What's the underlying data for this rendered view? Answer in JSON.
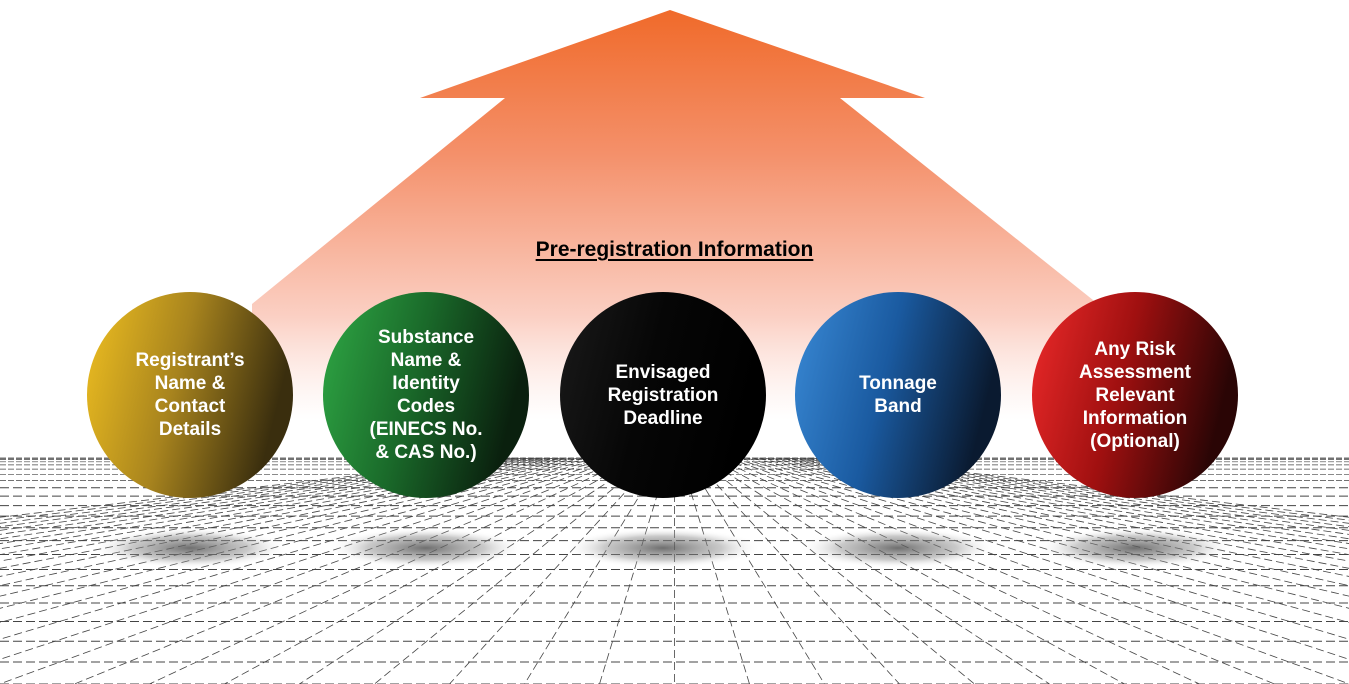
{
  "diagram": {
    "title": "Pre-registration Information",
    "colors": {
      "arrow_top": "#f06a2a",
      "arrow_bottom": "#ffffff",
      "grid_line": "#444444",
      "shadow": "#555555"
    },
    "spheres": [
      {
        "lines": [
          "Registrant’s",
          "Name &",
          "Contact",
          "Details"
        ],
        "color_light": "#f0c020",
        "color_mid": "#a8841e",
        "color_dark": "#3a2e0e"
      },
      {
        "lines": [
          "Substance",
          "Name &",
          "Identity",
          "Codes",
          "(EINECS No.",
          "& CAS No.)"
        ],
        "color_light": "#2fa845",
        "color_mid": "#1a6a2a",
        "color_dark": "#0a200e"
      },
      {
        "lines": [
          "Envisaged",
          "Registration",
          "Deadline"
        ],
        "color_light": "#1a1a1a",
        "color_mid": "#060606",
        "color_dark": "#000000"
      },
      {
        "lines": [
          "Tonnage",
          "Band"
        ],
        "color_light": "#3a8ad6",
        "color_mid": "#1a5aa0",
        "color_dark": "#0a1a30"
      },
      {
        "lines": [
          "Any Risk",
          "Assessment",
          "Relevant",
          "Information",
          "(Optional)"
        ],
        "color_light": "#ee2a2a",
        "color_mid": "#a01010",
        "color_dark": "#2a0505"
      }
    ]
  }
}
